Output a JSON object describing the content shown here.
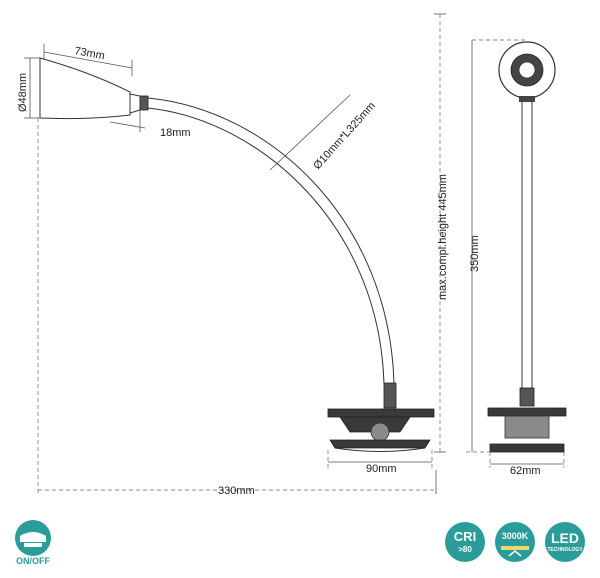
{
  "dimensions": {
    "head_length": "73mm",
    "head_diameter": "Ø48mm",
    "neck_length": "18mm",
    "arm_spec": "Ø10mm*L325mm",
    "total_height": "max.compl.height 445mm",
    "side_height": "350mm",
    "clamp_width": "90mm",
    "total_width": "330mm",
    "side_clamp_width": "62mm"
  },
  "badges": {
    "switch_label": "ON/OFF",
    "cri_label": "CRI",
    "cri_value": ">80",
    "color_temp": "3000K",
    "led_label": "LED",
    "led_sub": "TECHNOLOGY"
  },
  "colors": {
    "badge_teal": "#2a9d9a",
    "drawing_dark": "#3a3a3a"
  }
}
